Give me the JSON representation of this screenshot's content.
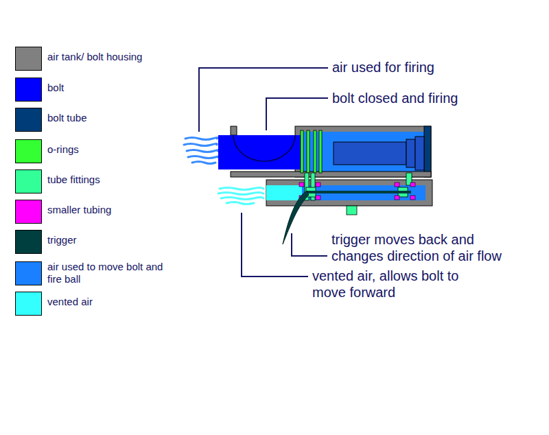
{
  "diagram": {
    "labels": [
      "air used for firing",
      "bolt closed and firing",
      "trigger moves back and changes direction of air flow",
      "vented air, allows bolt to move forward"
    ],
    "legend": [
      {
        "text": "air tank/ bolt housing",
        "color": "#808080"
      },
      {
        "text": "bolt",
        "color": "#0000ff"
      },
      {
        "text": "bolt tube",
        "color": "#003c78"
      },
      {
        "text": "o-rings",
        "color": "#33ff33"
      },
      {
        "text": "tube fittings",
        "color": "#33ff99"
      },
      {
        "text": "smaller tubing",
        "color": "#ff00ff"
      },
      {
        "text": "trigger",
        "color": "#003f3f"
      },
      {
        "text": "air used to move bolt and fire ball",
        "color": "#1a80ff"
      },
      {
        "text": "vented air",
        "color": "#33ffff"
      }
    ]
  }
}
